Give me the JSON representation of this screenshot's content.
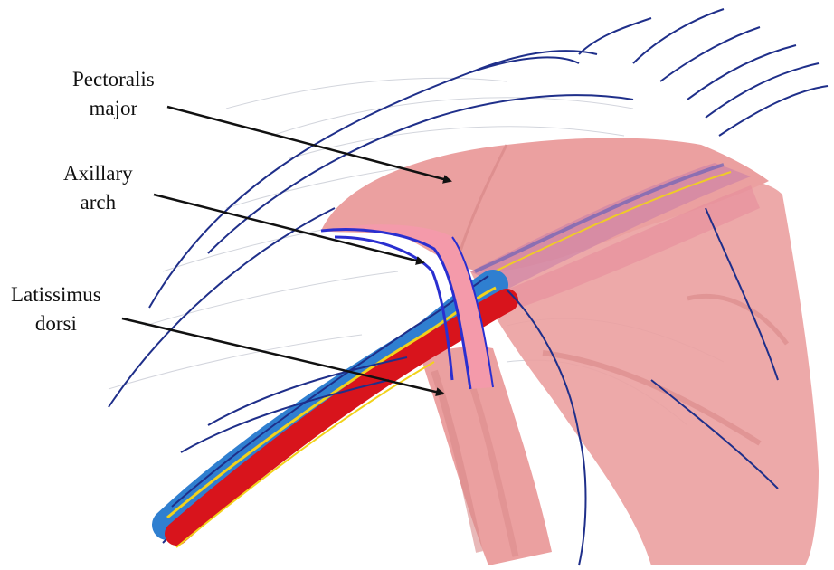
{
  "labels": {
    "pectoralis_major": [
      "Pectoralis",
      "major"
    ],
    "axillary_arch": [
      "Axillary",
      "arch"
    ],
    "latissimus_dorsi": [
      "Latissimus",
      "dorsi"
    ]
  },
  "colors": {
    "muscle_pink": "#eba0a0",
    "muscle_shadow": "#d98888",
    "outline_blue": "#1f2f8a",
    "vein_blue": "#2f7fd0",
    "artery_red": "#d8141c",
    "nerve_yellow": "#f2d21b",
    "arch_pink": "#f49aaa",
    "arrow_black": "#111111"
  }
}
